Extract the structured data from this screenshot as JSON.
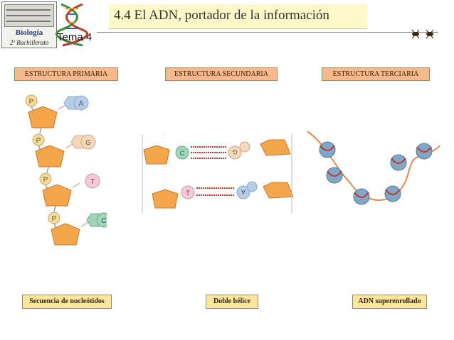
{
  "header": {
    "title": "4.4 El ADN, portador de la información",
    "topic": "Tema 4",
    "logo": {
      "subject": "Biología",
      "course": "2º Bachillerato"
    }
  },
  "sections": [
    {
      "heading": "ESTRUCTURA PRIMARIA",
      "caption": "Secuencia de nucleótidos"
    },
    {
      "heading": "ESTRUCTURA SECUNDARIA",
      "caption": "Doble hélice"
    },
    {
      "heading": "ESTRUCTURA TERCIARIA",
      "caption": "ADN superenrollado"
    }
  ],
  "primary": {
    "phosphate_label": "P",
    "bases": [
      "A",
      "G",
      "T",
      "C"
    ]
  },
  "secondary": {
    "left_bases": [
      "C",
      "T"
    ],
    "right_bases": [
      "G",
      "A"
    ]
  },
  "colors": {
    "heading_bg": "#f7b98a",
    "caption_bg": "#fde79c",
    "title_bg": "#fff9c9",
    "sugar": "#f5a54a",
    "phosphate": "#f4dc9a",
    "base_A": "#b6cde6",
    "base_G": "#f6d8b8",
    "base_T": "#f6c9d6",
    "base_C": "#9fd5b8",
    "dna_strand": "#e08a4d",
    "nucleosome": "#7fa8c8"
  }
}
